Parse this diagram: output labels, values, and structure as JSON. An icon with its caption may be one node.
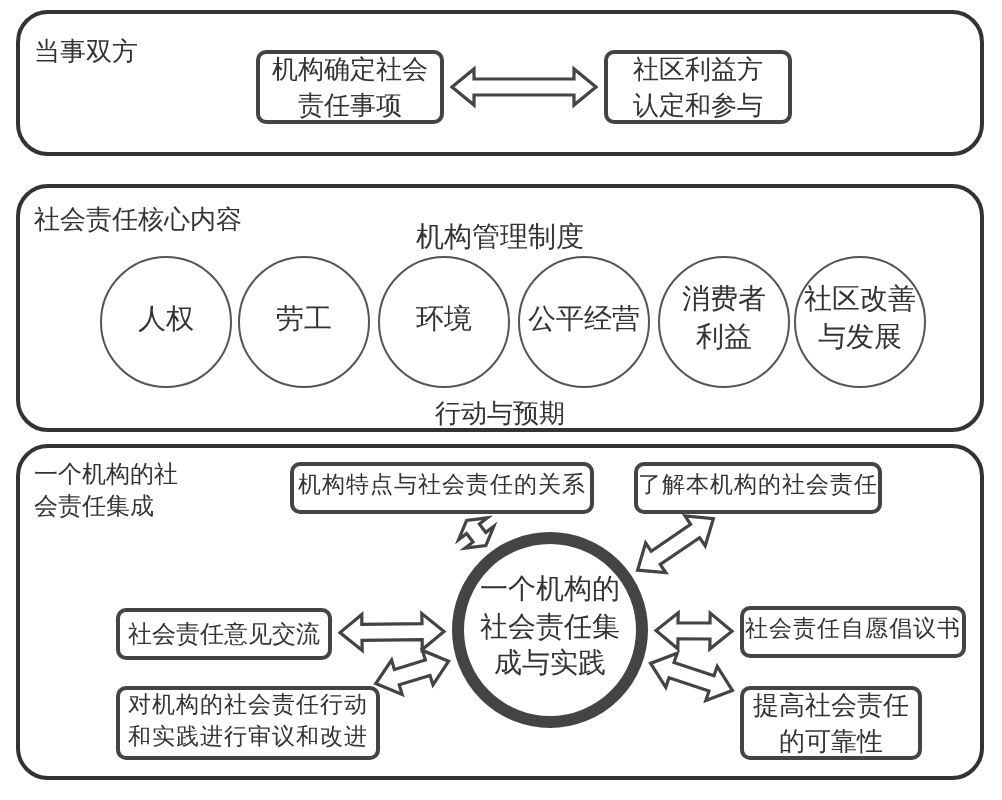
{
  "diagram": {
    "nodes": [
      {
        "text": [
          "当事双方"
        ]
      },
      {
        "text": [
          "机构确定社会责任事项"
        ],
        "in": 0
      },
      {
        "text": [
          "社区利益方认定和参与"
        ],
        "in": 0
      },
      {
        "text": [
          "社会责任核心内容",
          "机构管理制度",
          "行动与预期"
        ]
      },
      {
        "text": [
          "人权"
        ],
        "in": 3
      },
      {
        "text": [
          "劳工"
        ],
        "in": 3
      },
      {
        "text": [
          "环境"
        ],
        "in": 3
      },
      {
        "text": [
          "公平经营"
        ],
        "in": 3
      },
      {
        "text": [
          "消费者利益"
        ],
        "in": 3
      },
      {
        "text": [
          "社区改善与发展"
        ],
        "in": 3
      },
      {
        "text": [
          "一个机构的社会责任集成"
        ]
      },
      {
        "text": [
          "机构特点与社会责任的关系"
        ],
        "in": 10
      },
      {
        "text": [
          "了解本机构的社会责任"
        ],
        "in": 10
      },
      {
        "text": [
          "社会责任意见交流"
        ],
        "in": 10
      },
      {
        "text": [
          "一个机构的社会责任集成与实践"
        ],
        "in": 10
      },
      {
        "text": [
          "社会责任自愿倡议书"
        ],
        "in": 10
      },
      {
        "text": [
          "对机构的社会责任行动和实践进行审议和改进"
        ],
        "in": 10
      },
      {
        "text": [
          "提高社会责任的可靠性"
        ],
        "in": 10
      }
    ],
    "edges": [
      {
        "from": 1,
        "to": 2,
        "arrow": "both"
      },
      {
        "from": 14,
        "to": 11,
        "arrow": "both"
      },
      {
        "from": 14,
        "to": 12,
        "arrow": "both"
      },
      {
        "from": 14,
        "to": 13,
        "arrow": "both"
      },
      {
        "from": 14,
        "to": 15,
        "arrow": "both"
      },
      {
        "from": 14,
        "to": 16,
        "arrow": "both"
      },
      {
        "from": 14,
        "to": 17,
        "arrow": "both"
      }
    ]
  }
}
